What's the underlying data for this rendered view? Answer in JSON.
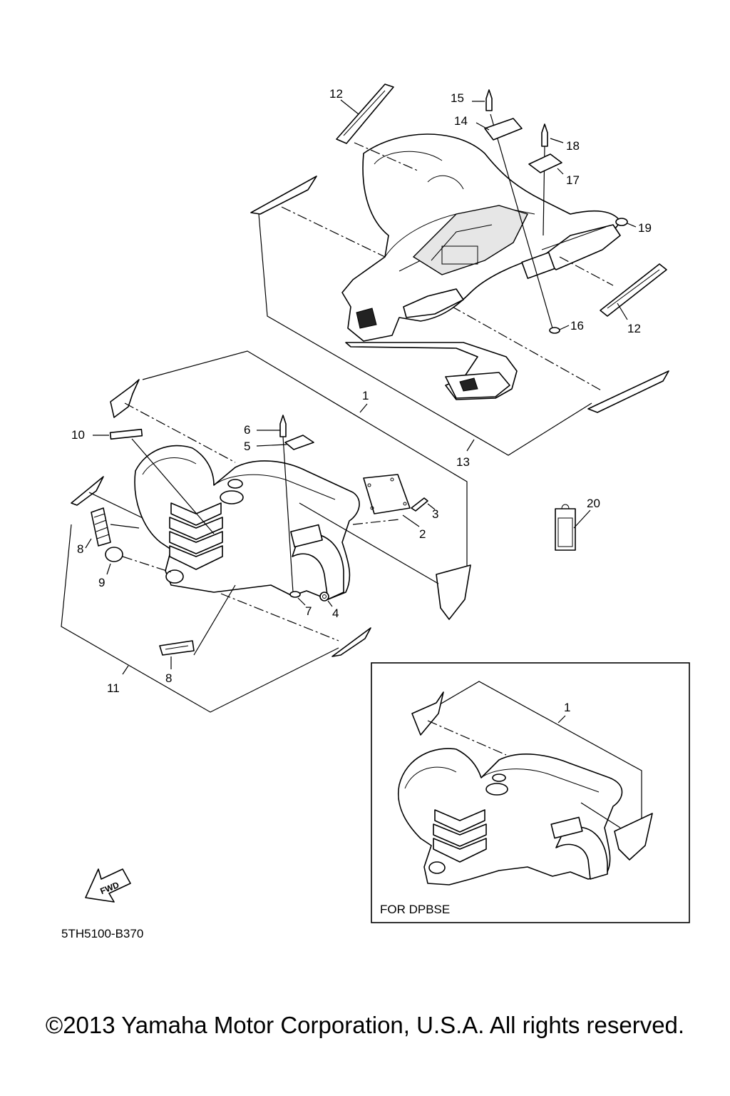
{
  "diagram_code": "5TH5100-B370",
  "inset_caption": "FOR DPBSE",
  "fwd_arrow_text": "FWD",
  "copyright": "©2013 Yamaha Motor Corporation, U.S.A. All rights reserved.",
  "callouts": {
    "c1": "1",
    "c1_inset": "1",
    "c2": "2",
    "c3": "3",
    "c4": "4",
    "c5": "5",
    "c6": "6",
    "c7": "7",
    "c8a": "8",
    "c8b": "8",
    "c9": "9",
    "c10": "10",
    "c11": "11",
    "c12a": "12",
    "c12b": "12",
    "c13": "13",
    "c14": "14",
    "c15": "15",
    "c16": "16",
    "c17": "17",
    "c18": "18",
    "c19": "19",
    "c20": "20"
  }
}
